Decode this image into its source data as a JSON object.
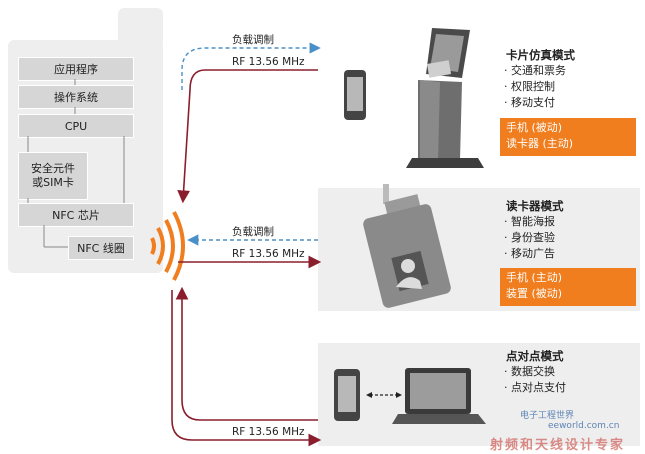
{
  "device": {
    "app": "应用程序",
    "os": "操作系统",
    "cpu": "CPU",
    "secure": "安全元件\n或SIM卡",
    "nfc_chip": "NFC 芯片",
    "coil": "NFC 线圈"
  },
  "signals": {
    "load_mod_1": "负载调制",
    "rf_1": "RF 13.56 MHz",
    "load_mod_2": "负载调制",
    "rf_2": "RF 13.56 MHz",
    "rf_3": "RF 13.56 MHz"
  },
  "modes": [
    {
      "title": "卡片仿真模式",
      "items": [
        "交通和票务",
        "权限控制",
        "移动支付"
      ],
      "roles": [
        "手机 (被动)",
        "读卡器 (主动)"
      ]
    },
    {
      "title": "读卡器模式",
      "items": [
        "智能海报",
        "身份查验",
        "移动广告"
      ],
      "roles": [
        "手机 (主动)",
        "装置 (被动)"
      ]
    },
    {
      "title": "点对点模式",
      "items": [
        "数据交换",
        "点对点支付"
      ]
    }
  ],
  "watermark": {
    "brand": "电子工程世界",
    "site": "eeworld.com.cn",
    "tagline": "射频和天线设计专家"
  },
  "colors": {
    "rf_arrow": "#8b1e2d",
    "load_arrow": "#4a90c8",
    "accent": "#f07d1e",
    "panel": "#eeeeee"
  }
}
